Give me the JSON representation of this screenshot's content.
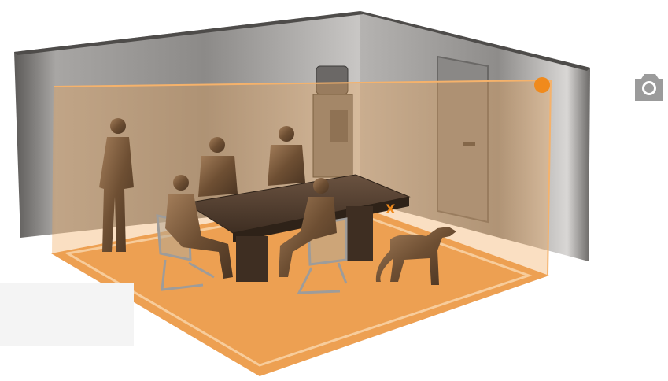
{
  "scene": {
    "subject": "room-illustration",
    "contents": [
      "people",
      "meeting-table",
      "chairs",
      "water-cooler",
      "door",
      "dog"
    ]
  },
  "markers": {
    "x_label": "X",
    "camera_icon": "camera-icon",
    "sensor_icon": "sensor-dot-icon"
  },
  "colors": {
    "accent": "#f08a1c",
    "coverage_fill": "#f2a450",
    "floor": "#eb9e54",
    "floor_border": "#fbe2c4",
    "wall": "#9a9896",
    "wall_dark": "#6e6c6a",
    "figure_bronze": "#7a5a3c",
    "camera_gray": "#9b9b9b"
  }
}
